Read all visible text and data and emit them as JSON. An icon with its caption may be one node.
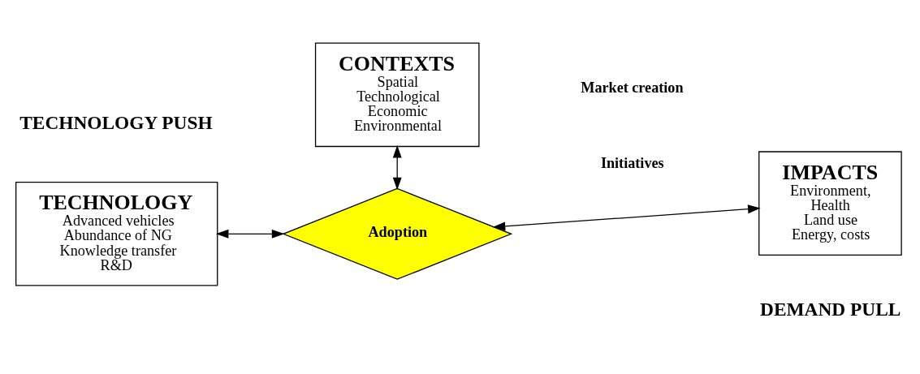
{
  "diagram": {
    "nodes": [
      {
        "text": [
          "CONTEXTS",
          "Spatial",
          "Technological",
          "Economic",
          "Environmental"
        ]
      },
      {
        "text": [
          "TECHNOLOGY",
          "Advanced vehicles",
          "Abundance of NG",
          "Knowledge transfer",
          "R&D"
        ]
      },
      {
        "text": [
          "Adoption"
        ]
      },
      {
        "text": [
          "IMPACTS",
          "Environment,",
          "Health",
          "Land use",
          "Energy, costs"
        ]
      }
    ],
    "edges": [
      {
        "from": 0,
        "to": 2,
        "arrow": "both"
      },
      {
        "from": 1,
        "to": 2,
        "arrow": "both"
      },
      {
        "from": 2,
        "to": 3,
        "arrow": "both"
      }
    ],
    "labels": [
      "TECHNOLOGY PUSH",
      "DEMAND PULL",
      "Market creation",
      "Initiatives"
    ]
  }
}
